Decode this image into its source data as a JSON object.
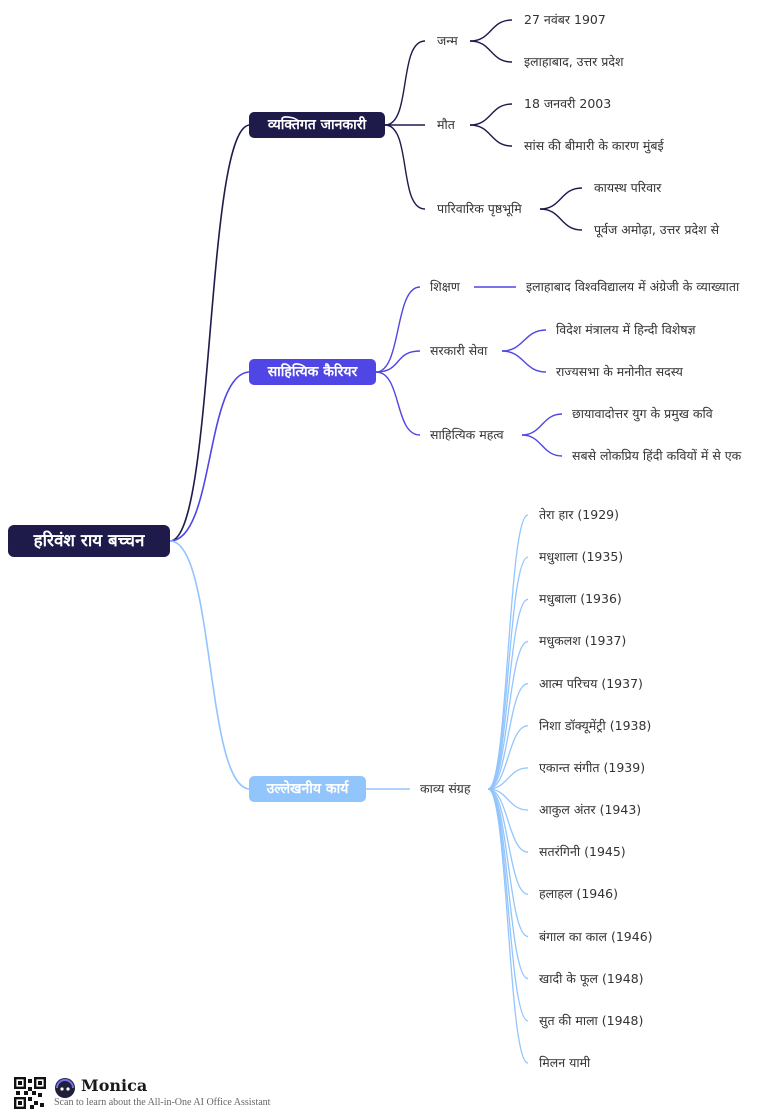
{
  "colors": {
    "root": "#1e1b4b",
    "branch_personal": "#1e1b4b",
    "branch_career": "#4f46e5",
    "branch_works": "#93c5fd",
    "line_personal": "#1e1b4b",
    "line_career": "#4f46e5",
    "line_works": "#93c5fd"
  },
  "mindmap": {
    "root": "हरिवंश राय बच्चन",
    "personal": {
      "label": "व्यक्तिगत जानकारी",
      "birth": {
        "label": "जन्म",
        "items": [
          "27 नवंबर 1907",
          "इलाहाबाद, उत्तर प्रदेश"
        ]
      },
      "death": {
        "label": "मौत",
        "items": [
          "18 जनवरी 2003",
          "सांस की बीमारी के कारण मुंबई"
        ]
      },
      "family": {
        "label": "पारिवारिक पृष्ठभूमि",
        "items": [
          "कायस्थ परिवार",
          "पूर्वज अमोढ़ा, उत्तर प्रदेश से"
        ]
      }
    },
    "career": {
      "label": "साहित्यिक कैरियर",
      "teaching": {
        "label": "शिक्षण",
        "items": [
          "इलाहाबाद विश्वविद्यालय में अंग्रेजी के व्याख्याता"
        ]
      },
      "govt": {
        "label": "सरकारी सेवा",
        "items": [
          "विदेश मंत्रालय में हिन्दी विशेषज्ञ",
          "राज्यसभा के मनोनीत सदस्य"
        ]
      },
      "significance": {
        "label": "साहित्यिक महत्व",
        "items": [
          "छायावादोत्तर युग के प्रमुख कवि",
          "सबसे लोकप्रिय हिंदी कवियों में से एक"
        ]
      }
    },
    "works": {
      "label": "उल्लेखनीय कार्य",
      "poetry": {
        "label": "काव्य संग्रह",
        "items": [
          "तेरा हार (1929)",
          "मधुशाला (1935)",
          "मधुबाला (1936)",
          "मधुकलश (1937)",
          "आत्म परिचय (1937)",
          "निशा डॉक्यूमेंट्री (1938)",
          "एकान्त संगीत (1939)",
          "आकुल अंतर (1943)",
          "सतरंगिनी (1945)",
          "हलाहल (1946)",
          "बंगाल का काल (1946)",
          "खादी के फूल (1948)",
          "सुत की माला (1948)",
          "मिलन यामी"
        ]
      }
    }
  },
  "footer": {
    "brand": "Monica",
    "tagline": "Scan to learn about the All-in-One AI Office Assistant"
  }
}
